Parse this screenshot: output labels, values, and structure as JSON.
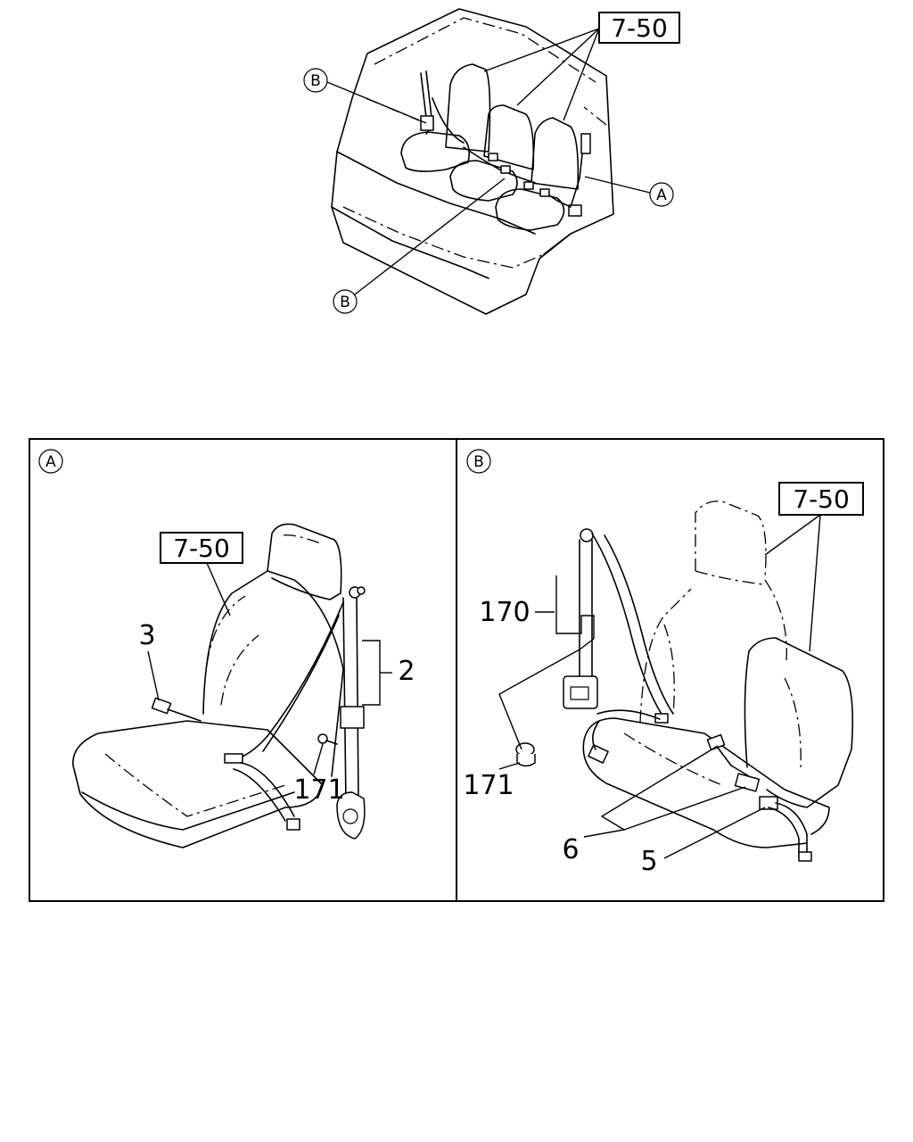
{
  "overview": {
    "ref_label": "7-50",
    "callout_b_top": "B",
    "callout_b_bottom": "B",
    "callout_a": "A"
  },
  "panel_a": {
    "circle_label": "A",
    "ref_label": "7-50",
    "parts": {
      "p3": "3",
      "p2": "2",
      "p171": "171"
    }
  },
  "panel_b": {
    "circle_label": "B",
    "ref_label": "7-50",
    "parts": {
      "p170": "170",
      "p171": "171",
      "p6": "6",
      "p5": "5"
    }
  }
}
